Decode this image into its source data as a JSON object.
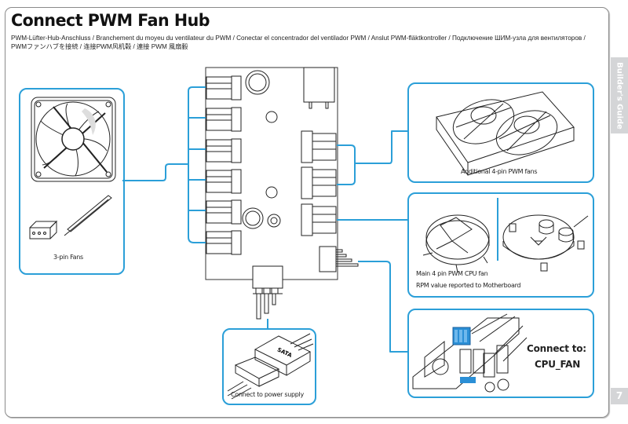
{
  "page": {
    "title": "Connect PWM Fan Hub",
    "subtitle": "PWM-Lüfter-Hub-Anschluss / Branchement du moyeu du ventilateur du PWM / Conectar el concentrador del ventilador PWM / Anslut PWM-fläktkontroller / Подключение ШИМ-узла для вентиляторов / PWMファンハブを接続 / 连接PWM风机毂 / 連接 PWM 風扇轂",
    "side_tab": "Builder's Guide",
    "page_number": "7"
  },
  "colors": {
    "accent": "#2b9fd8",
    "frame": "#8a8a8a",
    "tab_gray": "#d4d5d7",
    "connector_highlight": "#2b8fd6"
  },
  "callouts": {
    "three_pin": {
      "caption": "3-pin Fans",
      "icon": "case-fan-icon"
    },
    "additional_pwm": {
      "caption": "Additional 4-pin PWM fans",
      "icon": "radiator-fans-icon"
    },
    "cpu_fan": {
      "caption_line1": "Main 4 pin PWM CPU fan",
      "caption_line2": "RPM value reported to Motherboard",
      "icon": "cpu-cooler-icon"
    },
    "motherboard": {
      "caption_line1": "Connect to:",
      "caption_line2": "CPU_FAN",
      "icon": "motherboard-header-icon"
    },
    "power": {
      "caption": "Connect to power supply",
      "connector_label": "SATA",
      "icon": "sata-connector-icon"
    }
  },
  "hub": {
    "left_ports": 6,
    "right_ports": 3,
    "icon": "pwm-hub-board-icon"
  }
}
